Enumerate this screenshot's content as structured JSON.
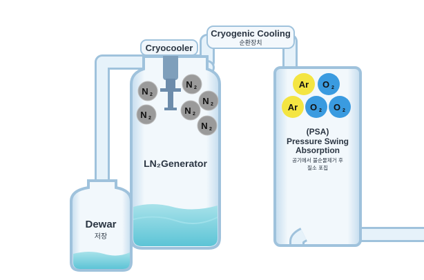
{
  "labels": {
    "cryocooler": "Cryocooler",
    "cooling_title": "Cryogenic Cooling",
    "cooling_sub": "순환장치",
    "generator": "LN₂Generator",
    "dewar_title": "Dewar",
    "dewar_sub": "저장",
    "psa_abbr": "(PSA)",
    "psa_line1": "Pressure Swing",
    "psa_line2": "Absorption",
    "psa_ko1": "공기에서 불순물제거 후",
    "psa_ko2": "질소 포집"
  },
  "molecules": {
    "n2": "N",
    "o2": "O",
    "ar": "Ar",
    "sub": "2"
  },
  "colors": {
    "pipe": "#d6e9f5",
    "pipe_edge": "#9fc2dc",
    "liquid": "#7fd3e0",
    "n2": "#9a9a9a",
    "o2": "#3a9be0",
    "ar": "#f4e542"
  }
}
